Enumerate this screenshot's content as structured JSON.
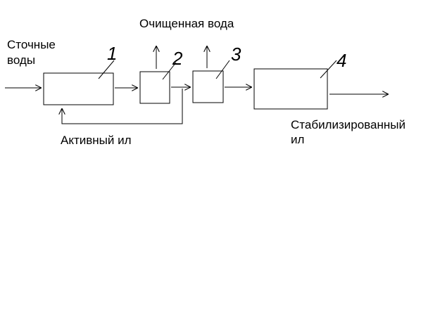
{
  "labels": {
    "inflow_line1": "Сточные",
    "inflow_line2": "воды",
    "clean_water": "Очищенная вода",
    "activated_sludge": "Активный ил",
    "stabilized_line1": "Стабилизированный",
    "stabilized_line2": "ил"
  },
  "blocks": [
    "1",
    "2",
    "3",
    "4"
  ],
  "colors": {
    "stroke": "#000000",
    "background": "#ffffff"
  }
}
